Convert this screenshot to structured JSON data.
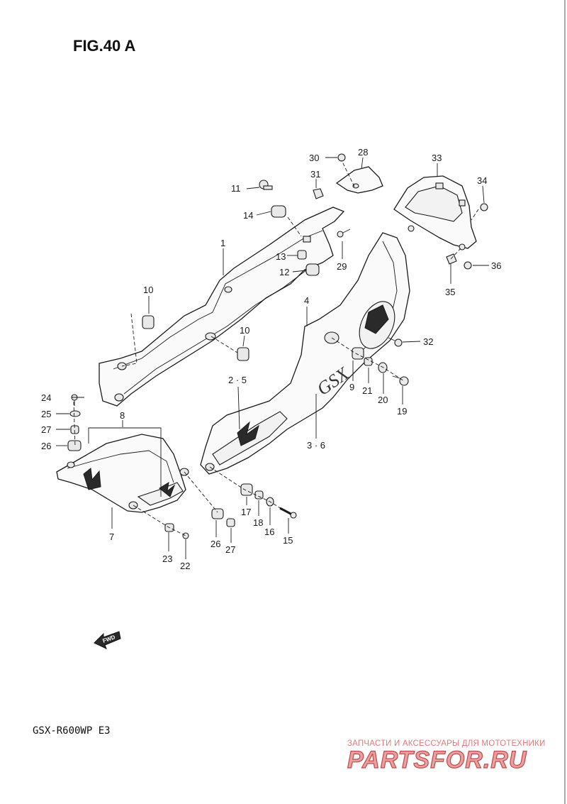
{
  "figure": {
    "title": "FIG.40 A",
    "model": "GSX-R600WP E3"
  },
  "callouts": {
    "p1": "1",
    "p2_5": "2 · 5",
    "p3_6": "3 · 6",
    "p4": "4",
    "p7": "7",
    "p8": "8",
    "p9": "9",
    "p10a": "10",
    "p10b": "10",
    "p11": "11",
    "p12": "12",
    "p13": "13",
    "p14": "14",
    "p15": "15",
    "p16": "16",
    "p17": "17",
    "p18": "18",
    "p19": "19",
    "p20": "20",
    "p21": "21",
    "p22": "22",
    "p23": "23",
    "p24": "24",
    "p25": "25",
    "p26a": "26",
    "p26b": "26",
    "p27a": "27",
    "p27b": "27",
    "p28": "28",
    "p29": "29",
    "p30": "30",
    "p31": "31",
    "p32": "32",
    "p33": "33",
    "p34": "34",
    "p35": "35",
    "p36": "36"
  },
  "arrow": {
    "label": "FWD"
  },
  "watermark": {
    "tagline": "ЗАПЧАСТИ И АКСЕССУАРЫ ДЛЯ МОТОТЕХНИКИ",
    "brand": "PARTSFOR.RU",
    "color": "#d9534f"
  }
}
